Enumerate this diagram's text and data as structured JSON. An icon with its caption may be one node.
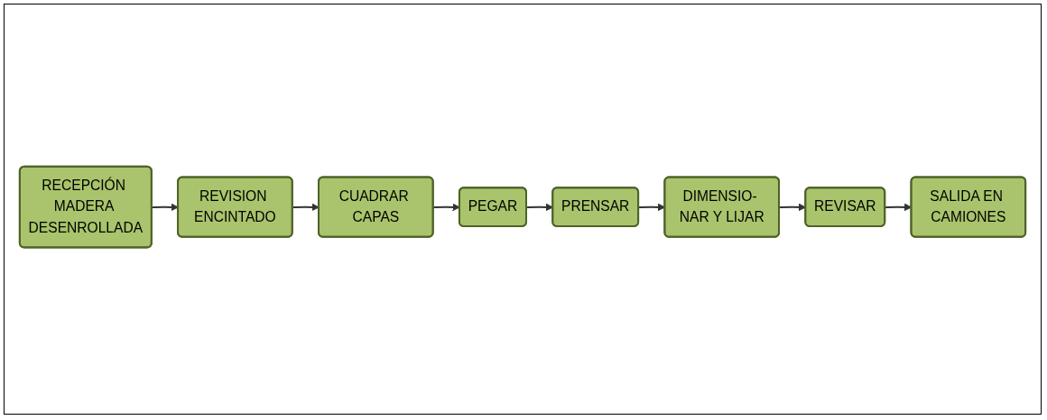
{
  "diagram": {
    "nodes": [
      {
        "text": [
          "RECEPCIÓN MADERA DESENROLLADA"
        ]
      },
      {
        "text": [
          "REVISION ENCINTADO"
        ]
      },
      {
        "text": [
          "CUADRAR CAPAS"
        ]
      },
      {
        "text": [
          "PEGAR"
        ]
      },
      {
        "text": [
          "PRENSAR"
        ]
      },
      {
        "text": [
          "DIMENSIO- NAR Y LIJAR"
        ]
      },
      {
        "text": [
          "REVISAR"
        ]
      },
      {
        "text": [
          "SALIDA EN CAMIONES"
        ]
      }
    ],
    "edges": [
      {
        "from": 0,
        "to": 1,
        "arrow": "to"
      },
      {
        "from": 1,
        "to": 2,
        "arrow": "to"
      },
      {
        "from": 2,
        "to": 3,
        "arrow": "to"
      },
      {
        "from": 3,
        "to": 4,
        "arrow": "to"
      },
      {
        "from": 4,
        "to": 5,
        "arrow": "to"
      },
      {
        "from": 5,
        "to": 6,
        "arrow": "to"
      },
      {
        "from": 6,
        "to": 7,
        "arrow": "to"
      }
    ]
  }
}
